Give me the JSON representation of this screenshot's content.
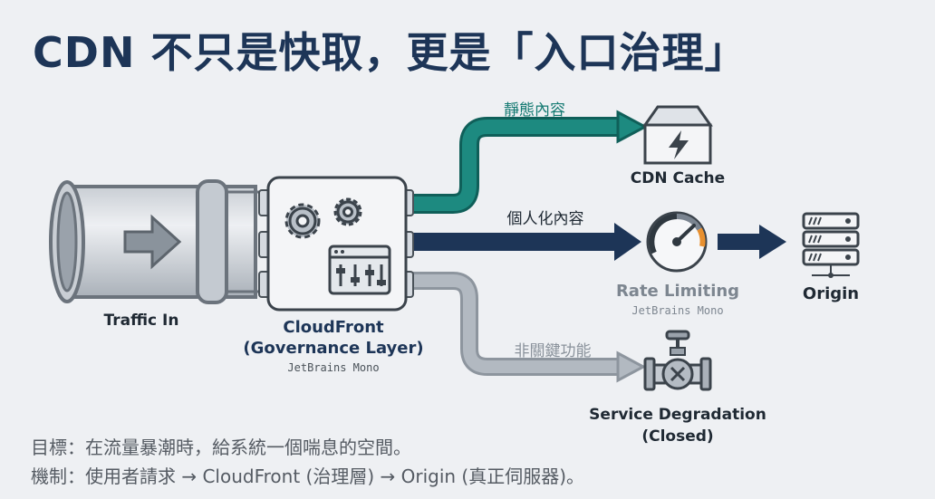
{
  "title": "CDN 不只是快取，更是「入口治理」",
  "nodes": {
    "traffic_in": "Traffic In",
    "cloudfront_line1": "CloudFront",
    "cloudfront_line2": "(Governance Layer)",
    "cloudfront_font": "JetBrains Mono",
    "cdn_cache": "CDN Cache",
    "rate_limiting": "Rate Limiting",
    "rate_limiting_font": "JetBrains Mono",
    "origin": "Origin",
    "degradation_line1": "Service Degradation",
    "degradation_line2": "(Closed)"
  },
  "edges": {
    "static": "靜態內容",
    "personalized": "個人化內容",
    "non_critical": "非關鍵功能"
  },
  "footer": {
    "line1": "目標：在流量暴潮時，給系統一個喘息的空間。",
    "line2": "機制：使用者請求 → CloudFront (治理層) → Origin (真正伺服器)。"
  },
  "colors": {
    "navy": "#1d3557",
    "teal": "#147a72",
    "gray": "#a9b1ba",
    "text_dark": "#1f2933",
    "text_muted": "#7d8690",
    "dial_orange": "#e8902f"
  }
}
